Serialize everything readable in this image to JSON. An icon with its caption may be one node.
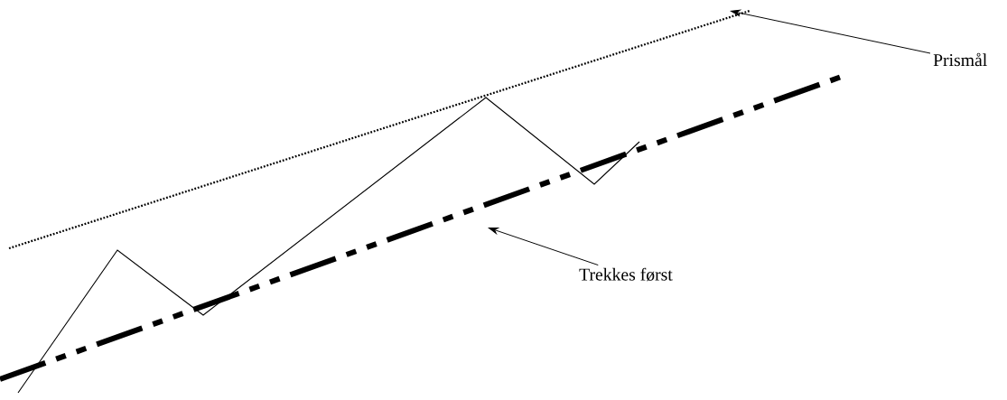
{
  "diagram": {
    "nodes": [
      {
        "text": [
          "Prismål"
        ]
      },
      {
        "text": [
          "Trekkes først"
        ]
      }
    ],
    "edges": [
      {
        "from": 0,
        "to": null,
        "arrow": "to"
      },
      {
        "from": 1,
        "to": null,
        "arrow": "to"
      }
    ]
  }
}
